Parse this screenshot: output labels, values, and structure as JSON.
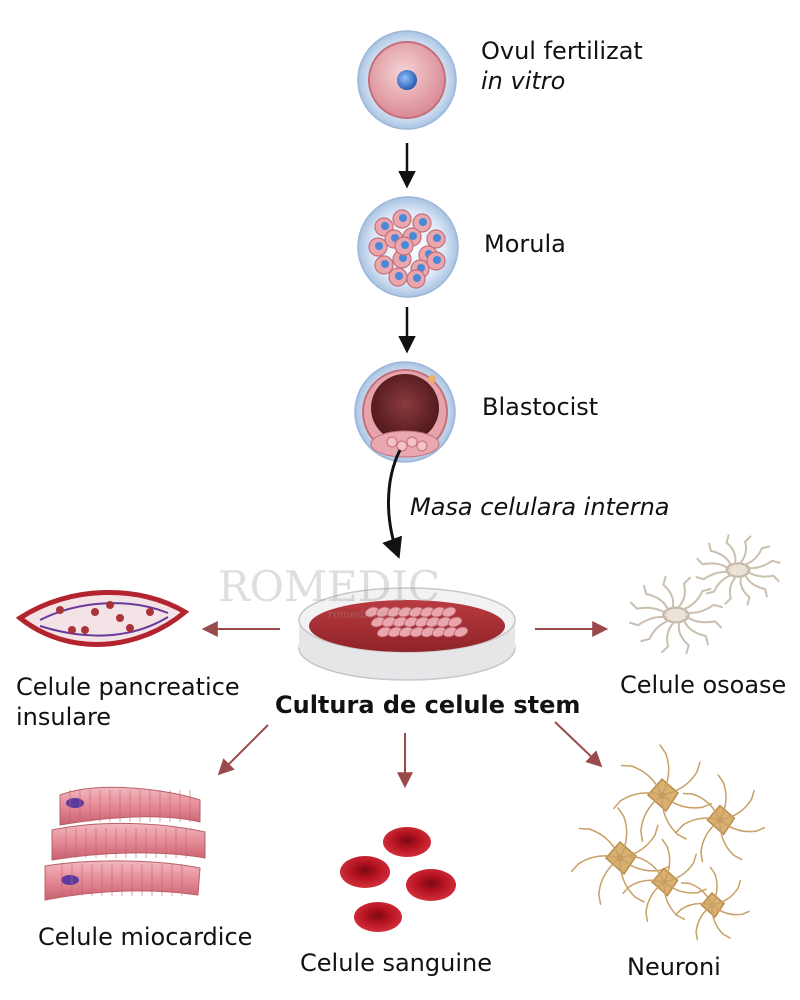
{
  "stages": {
    "fertilized_egg": {
      "line1": "Ovul fertilizat",
      "line2": "in vitro"
    },
    "morula": "Morula",
    "blastocyst": "Blastocist",
    "inner_cell_mass": "Masa celulara interna"
  },
  "culture": {
    "title": "Cultura de celule stem"
  },
  "outcomes": {
    "pancreatic": {
      "line1": "Celule pancreatice",
      "line2": "insulare"
    },
    "bone": "Celule osoase",
    "myocardial": "Celule miocardice",
    "blood": "Celule sanguine",
    "neurons": "Neuroni"
  },
  "watermark": {
    "logo": "ROMEDIC",
    "url": "romedic.ro"
  },
  "colors": {
    "arrow_black": "#111111",
    "arrow_red": "#9a4a4a",
    "cell_pink": "#e8a0a8",
    "nucleus_blue": "#3d7fd1",
    "membrane_blue": "#c9dcf2",
    "dish_red": "#a8343a",
    "blood_red": "#c0182a",
    "neuron_tan": "#d9b070",
    "bone_cell": "#e8ddd0"
  }
}
